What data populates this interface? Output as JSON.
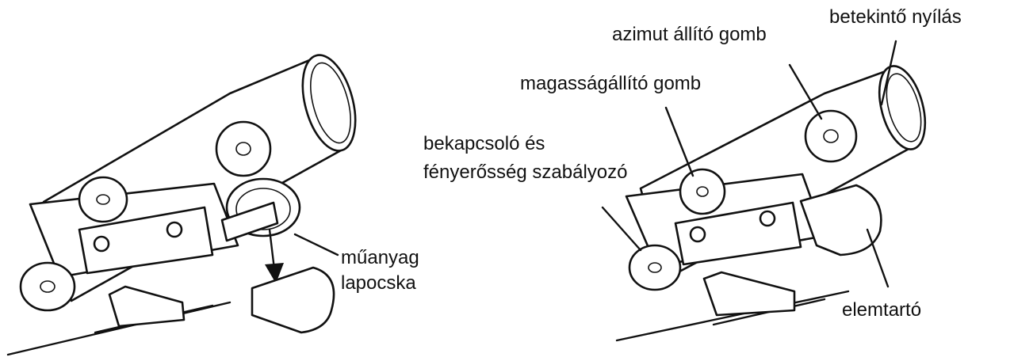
{
  "labels": {
    "plastic_tab_line1": "műanyag",
    "plastic_tab_line2": "lapocska",
    "azimuth_knob": "azimut állító gomb",
    "viewing_window": "betekintő nyílás",
    "altitude_knob": "magasságállító gomb",
    "power_switch_line1": "bekapcsoló és",
    "power_switch_line2": "fényerősség szabályozó",
    "battery_holder": "elemtartó"
  },
  "colors": {
    "ink": "#111111",
    "background": "#ffffff"
  }
}
